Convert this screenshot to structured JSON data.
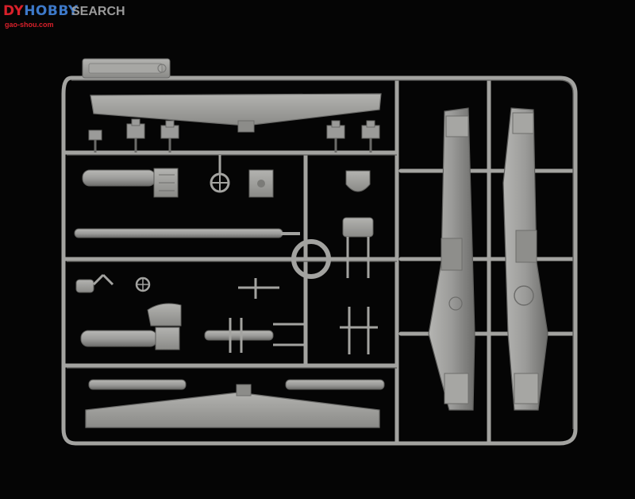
{
  "watermark": {
    "logo_text": "HOBBY",
    "logo_highlight": "DY",
    "search_text": "SEARCH",
    "url": "gao-shou.com",
    "colors": {
      "blue": "#3d79c9",
      "red": "#d8202a",
      "gray": "#9a9a9a"
    }
  },
  "scene": {
    "background_color": "#050505",
    "plastic_color": "#9b9b99",
    "plastic_highlight": "#b8b8b5",
    "plastic_shadow": "#6d6d6b"
  }
}
